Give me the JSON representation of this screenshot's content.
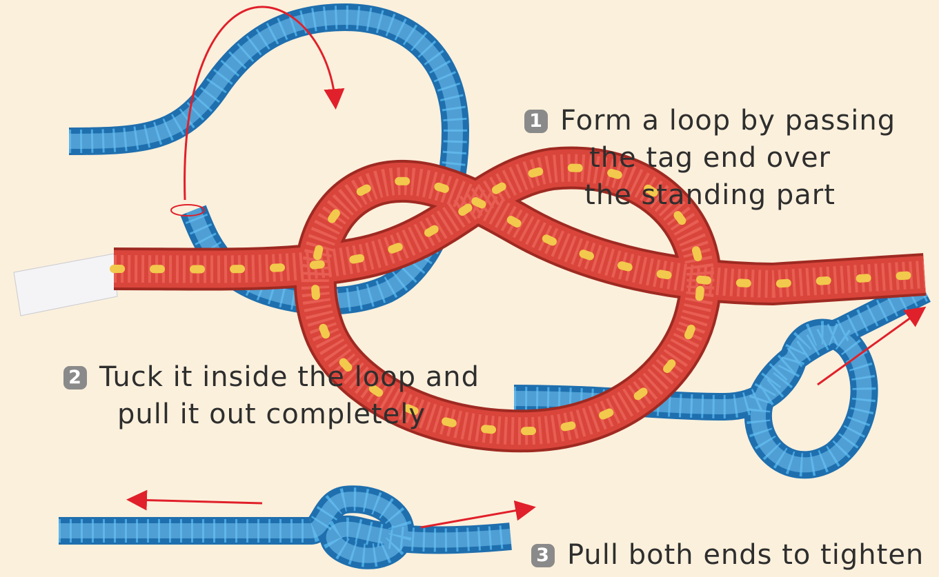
{
  "steps": [
    {
      "number": "1",
      "lines": [
        "Form a loop by passing",
        "the tag end over",
        "the standing part"
      ]
    },
    {
      "number": "2",
      "lines": [
        "Tuck it inside the loop and",
        "pull it out completely"
      ]
    },
    {
      "number": "3",
      "lines": [
        "Pull both ends to tighten"
      ]
    }
  ],
  "colors": {
    "background": "#fbf0dc",
    "blue_rope": "#4aa8e0",
    "red_rope": "#d9453b",
    "red_rope_dots": "#f2c94c",
    "arrow": "#e0202a",
    "step_badge": "#8a8a8a",
    "text": "#2e2e2e"
  },
  "illustration": {
    "blue_rope": "overhand-knot-steps",
    "red_rope": "overhand-knot-finished"
  }
}
